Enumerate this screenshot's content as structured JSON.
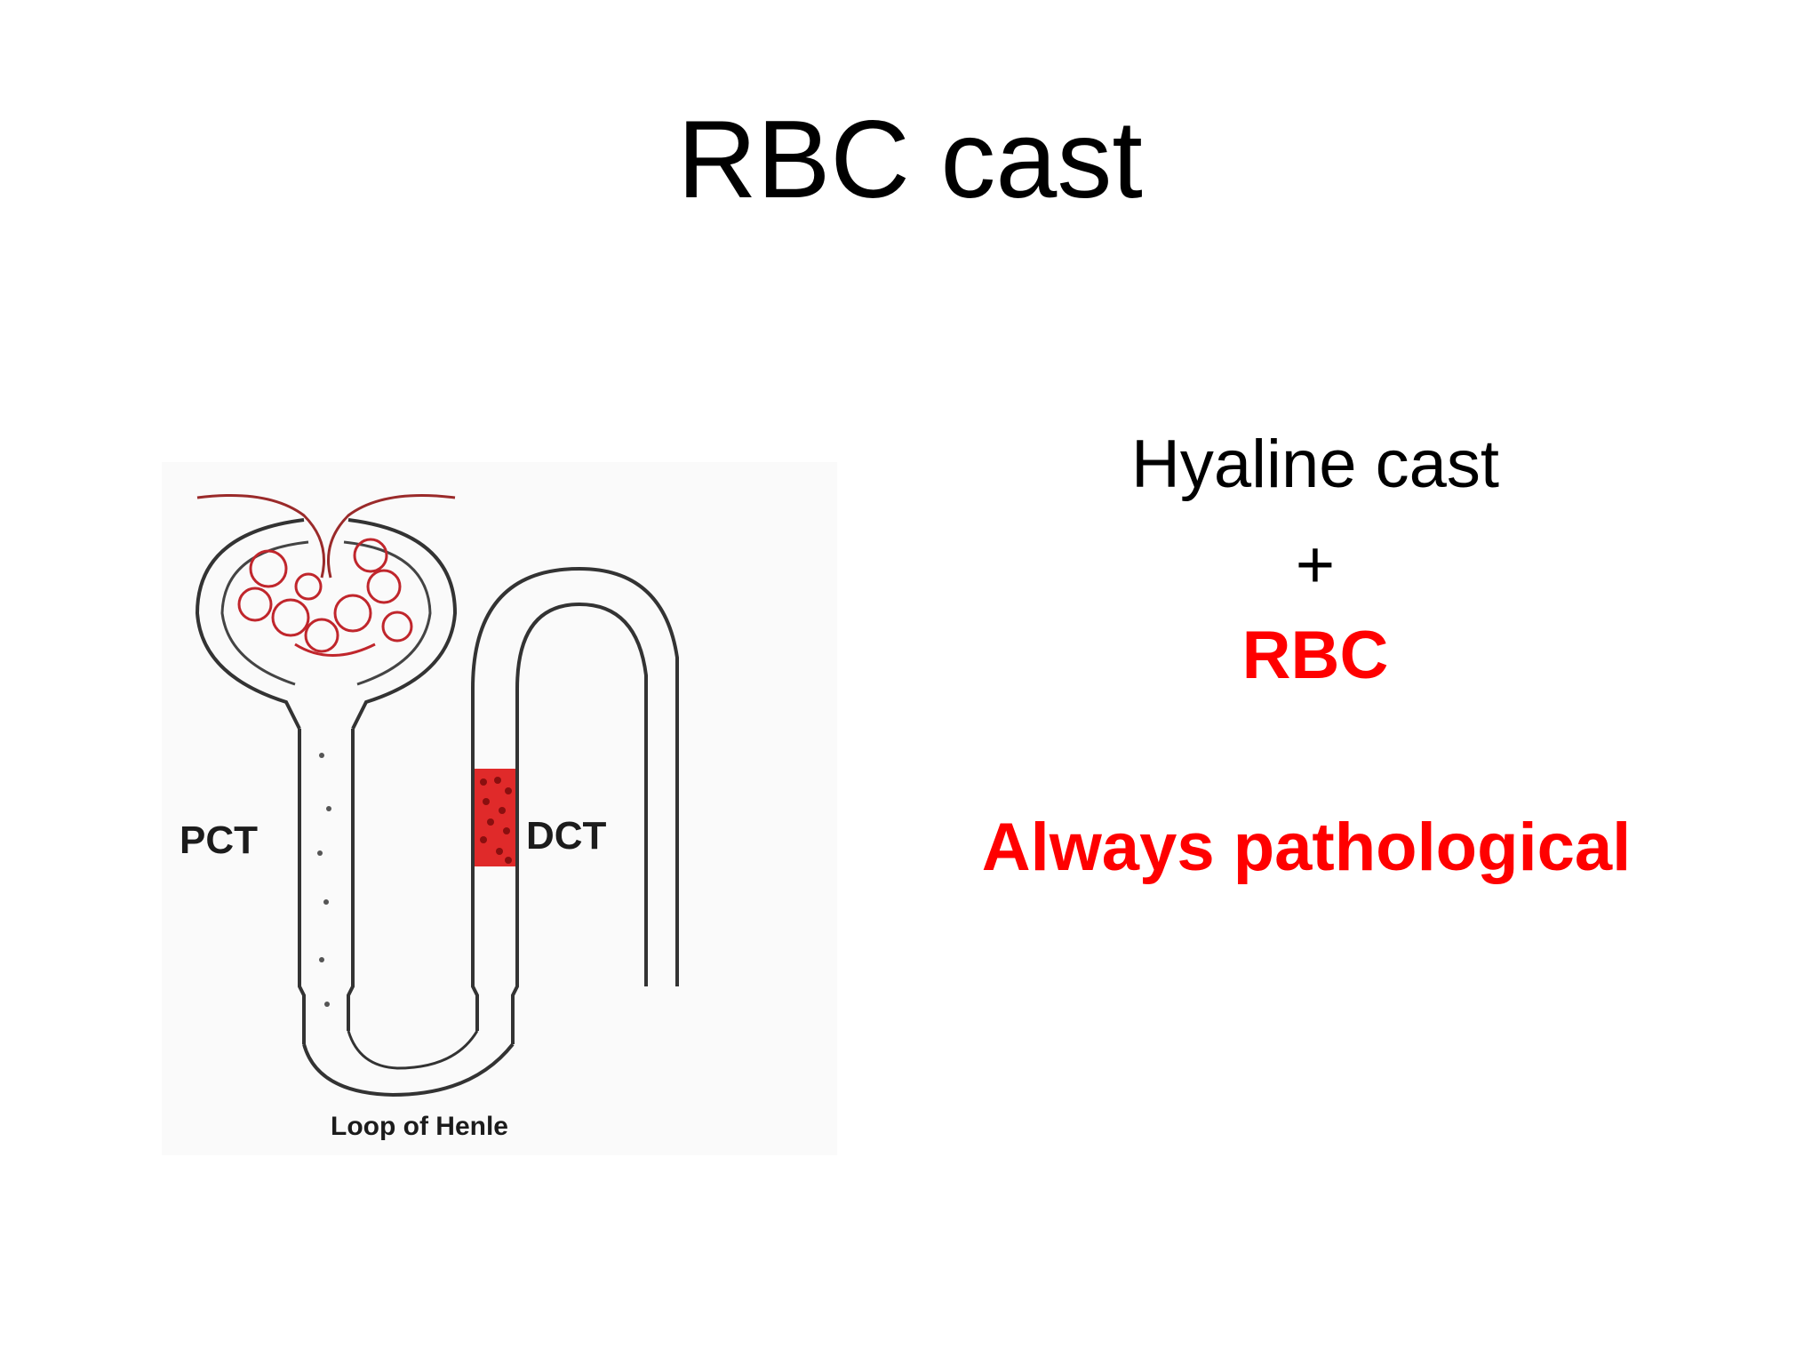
{
  "slide": {
    "title": "RBC cast",
    "equation": {
      "line1": "Hyaline cast",
      "line2": "+",
      "line3": "RBC",
      "line4": "Always pathological"
    },
    "figure": {
      "labels": {
        "pct": "PCT",
        "dct": "DCT",
        "loop": "Loop of Henle"
      }
    },
    "colors": {
      "accent": "#ff0000",
      "text": "#000000",
      "cast": "#e02a2a"
    }
  }
}
